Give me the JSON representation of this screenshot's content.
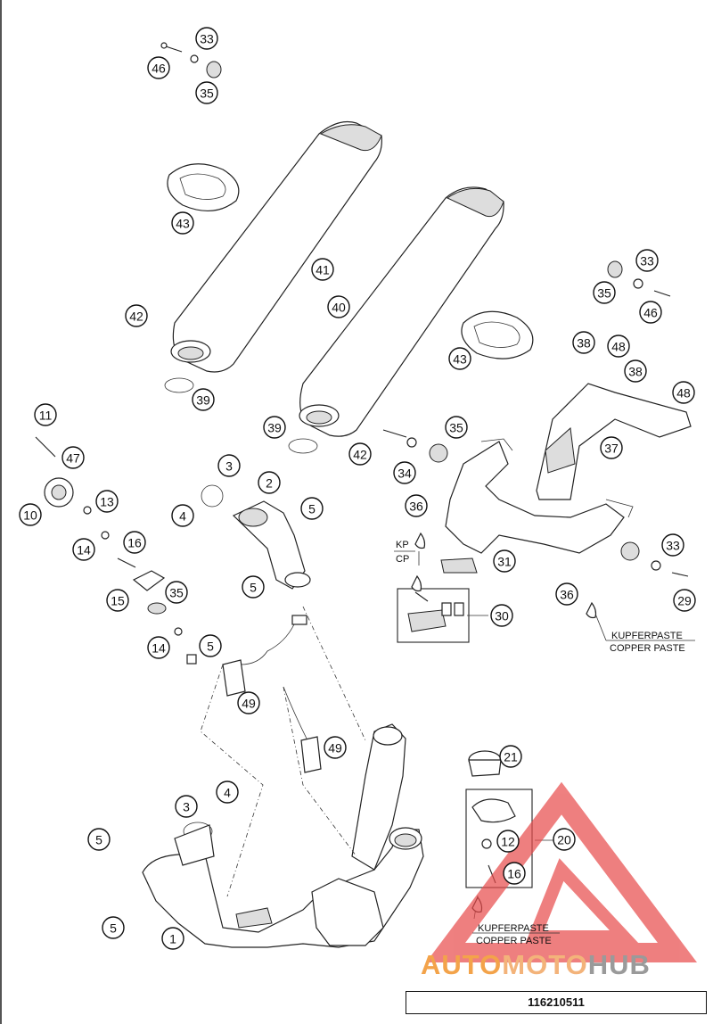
{
  "diagram": {
    "callouts": [
      {
        "label": "33"
      },
      {
        "label": "46"
      },
      {
        "label": "35"
      },
      {
        "label": "43"
      },
      {
        "label": "41"
      },
      {
        "label": "40"
      },
      {
        "label": "42"
      },
      {
        "label": "39"
      },
      {
        "label": "33"
      },
      {
        "label": "35"
      },
      {
        "label": "46"
      },
      {
        "label": "43"
      },
      {
        "label": "38"
      },
      {
        "label": "48"
      },
      {
        "label": "38"
      },
      {
        "label": "48"
      },
      {
        "label": "37"
      },
      {
        "label": "39"
      },
      {
        "label": "42"
      },
      {
        "label": "35"
      },
      {
        "label": "34"
      },
      {
        "label": "36"
      },
      {
        "label": "31"
      },
      {
        "label": "30"
      },
      {
        "label": "33"
      },
      {
        "label": "36"
      },
      {
        "label": "29"
      },
      {
        "label": "11"
      },
      {
        "label": "47"
      },
      {
        "label": "10"
      },
      {
        "label": "13"
      },
      {
        "label": "14"
      },
      {
        "label": "16"
      },
      {
        "label": "15"
      },
      {
        "label": "35"
      },
      {
        "label": "14"
      },
      {
        "label": "5"
      },
      {
        "label": "3"
      },
      {
        "label": "2"
      },
      {
        "label": "4"
      },
      {
        "label": "5"
      },
      {
        "label": "5"
      },
      {
        "label": "49"
      },
      {
        "label": "49"
      },
      {
        "label": "21"
      },
      {
        "label": "3"
      },
      {
        "label": "4"
      },
      {
        "label": "5"
      },
      {
        "label": "12"
      },
      {
        "label": "20"
      },
      {
        "label": "16"
      },
      {
        "label": "5"
      },
      {
        "label": "1"
      }
    ],
    "notes": {
      "kp_cp_top": "KP",
      "kp_cp_bottom": "CP",
      "copper_paste_1_de": "KUPFERPASTE",
      "copper_paste_1_en": "COPPER PASTE",
      "copper_paste_2_de": "KUPFERPASTE",
      "copper_paste_2_en": "COPPER PASTE"
    }
  },
  "watermark": {
    "part1": "AUTO",
    "part2": "MOTO",
    "part3": "HUB",
    "colors": {
      "orange": "#f3a34a",
      "light_orange": "#f3b37a",
      "gray": "#9a9a9a",
      "triangle": "#e84a4a"
    }
  },
  "document_number": "116210511"
}
